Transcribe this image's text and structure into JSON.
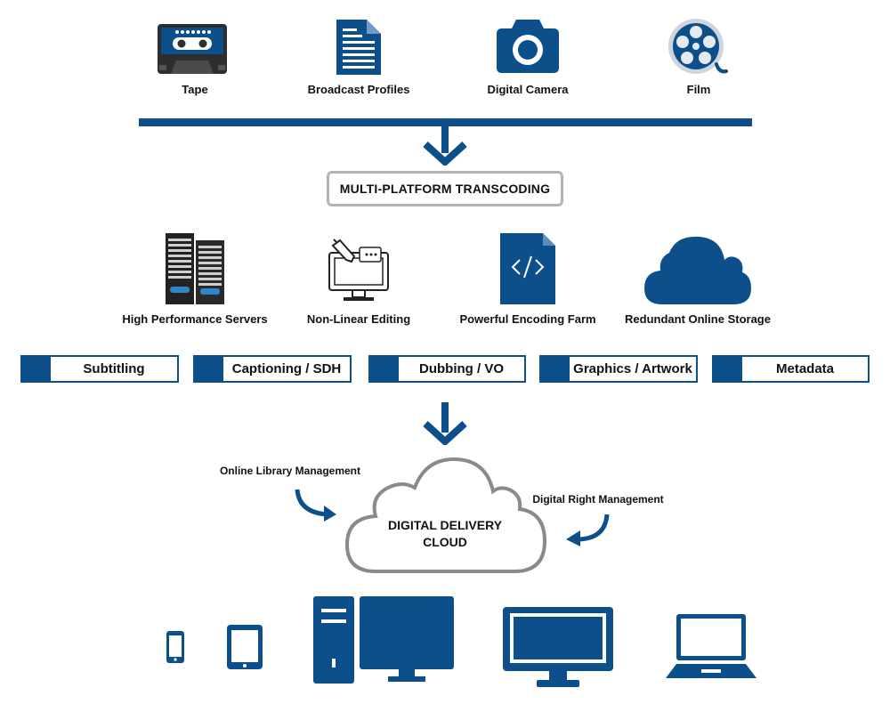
{
  "sources": [
    {
      "label": "Tape",
      "icon": "tape-icon"
    },
    {
      "label": "Broadcast Profiles",
      "icon": "document-icon"
    },
    {
      "label": "Digital Camera",
      "icon": "camera-icon"
    },
    {
      "label": "Film",
      "icon": "film-reel-icon"
    }
  ],
  "transcoding": {
    "label": "MULTI-PLATFORM TRANSCODING"
  },
  "infrastructure": [
    {
      "label": "High Performance Servers",
      "icon": "server-icon"
    },
    {
      "label": "Non-Linear Editing",
      "icon": "editing-monitor-icon"
    },
    {
      "label": "Powerful Encoding Farm",
      "icon": "code-file-icon"
    },
    {
      "label": "Redundant Online Storage",
      "icon": "cloud-icon"
    }
  ],
  "services": [
    "Subtitling",
    "Captioning / SDH",
    "Dubbing / VO",
    "Graphics / Artwork",
    "Metadata"
  ],
  "delivery": {
    "cloud_line1": "DIGITAL DELIVERY",
    "cloud_line2": "CLOUD",
    "left_note": "Online Library Management",
    "right_note": "Digital Right Management"
  },
  "devices": [
    "phone-icon",
    "tablet-icon",
    "desktop-computer-icon",
    "monitor-icon",
    "laptop-icon"
  ],
  "colors": {
    "primary": "#0d4f8b",
    "outline_gray": "#8a8a8a",
    "light_gray": "#b5b5b5"
  }
}
